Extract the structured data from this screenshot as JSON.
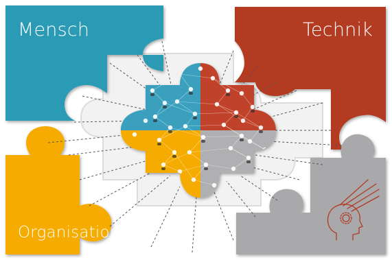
{
  "quadrants": {
    "top_left": {
      "label": "Mensch",
      "color": "#2a9ab5"
    },
    "top_right": {
      "label": "Technik",
      "color": "#b23a22"
    },
    "bottom_left": {
      "label": "Organisation",
      "color": "#f5ab00"
    },
    "bottom_right": {
      "label": "",
      "color": "#a9a9ab"
    }
  },
  "center": {
    "content": "network-of-people",
    "style": "four-color-puzzle-piece"
  },
  "connectors": {
    "style": "dashed-lines",
    "color": "#555555"
  },
  "logo": {
    "icon": "head-with-gear-logo",
    "color": "#b23a22"
  }
}
